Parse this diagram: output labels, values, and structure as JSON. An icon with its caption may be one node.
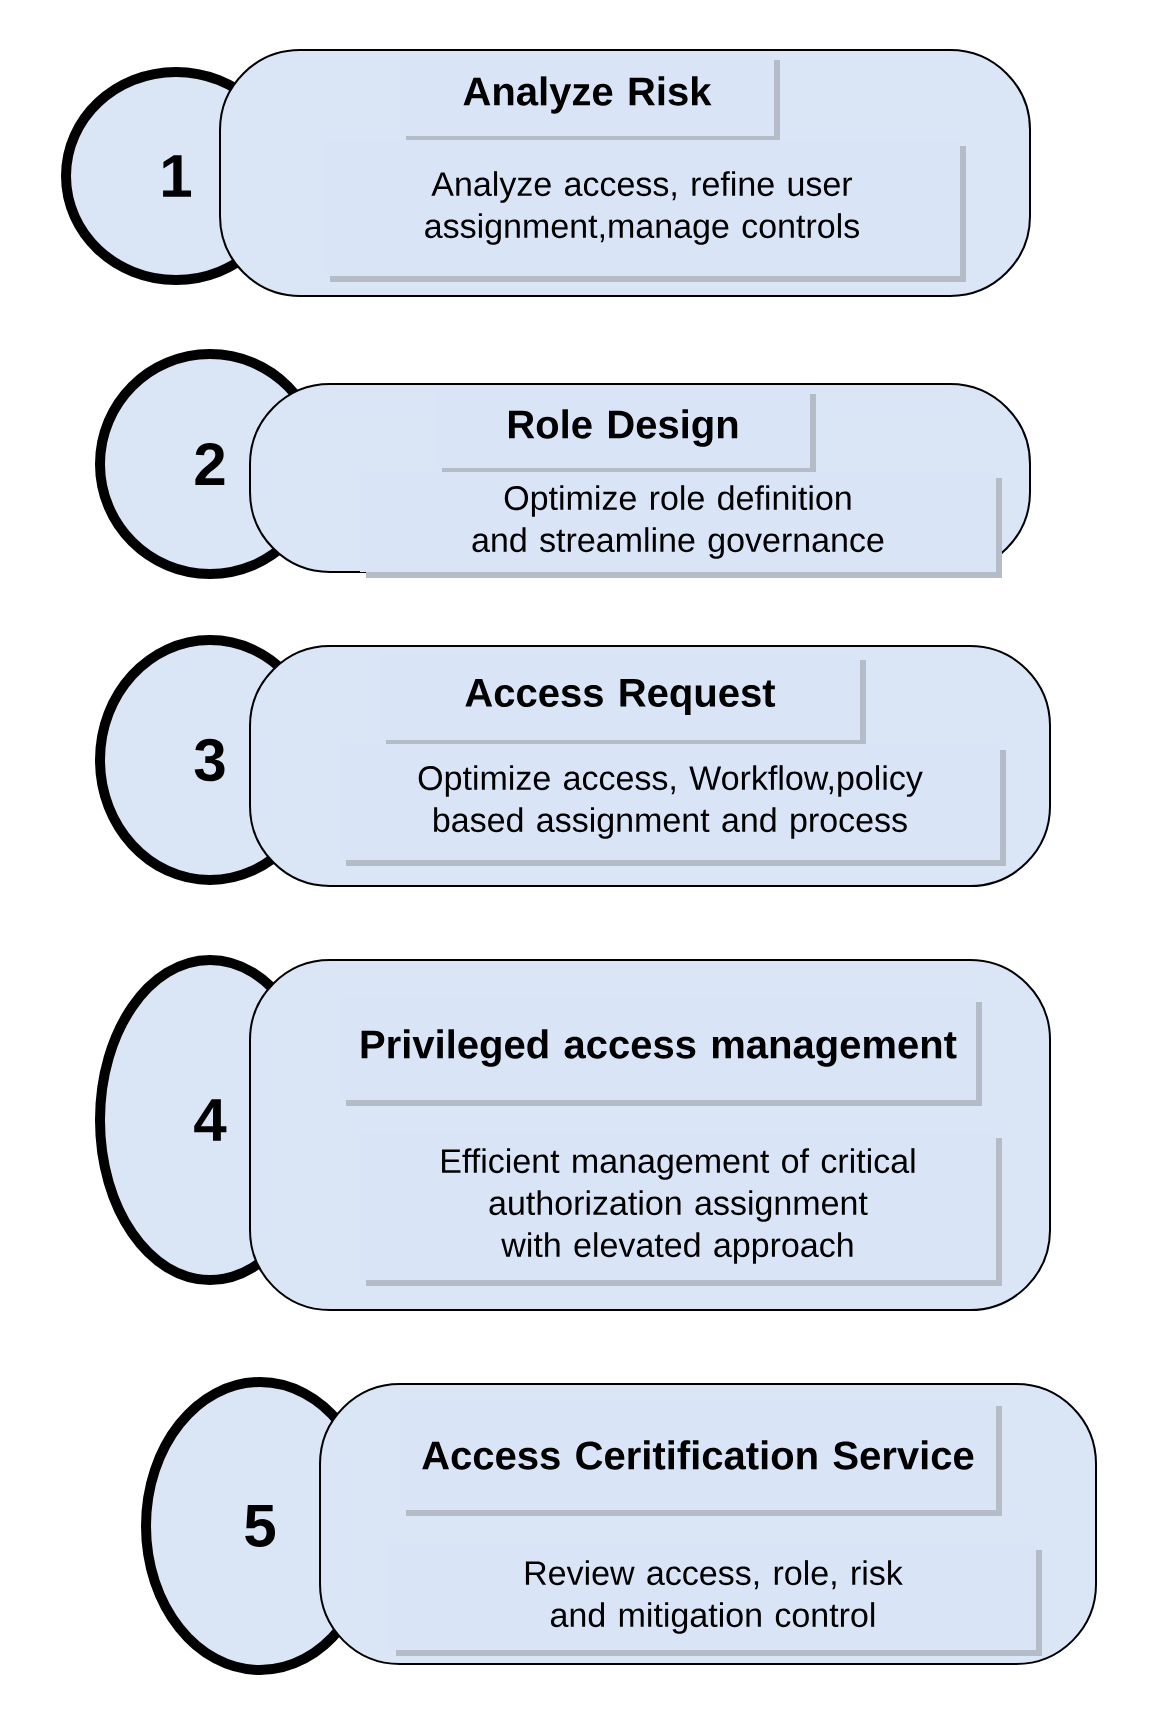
{
  "diagram": {
    "nodes": [
      {
        "text": [
          "1"
        ]
      },
      {
        "text": [
          "Analyze Risk",
          "Analyze access, refine user assignment,manage controls"
        ]
      },
      {
        "text": [
          "2"
        ]
      },
      {
        "text": [
          "Role Design",
          "Optimize role definition and streamline governance"
        ]
      },
      {
        "text": [
          "3"
        ]
      },
      {
        "text": [
          "Access Request",
          "Optimize access, Workflow,policy based assignment and process"
        ]
      },
      {
        "text": [
          "4"
        ]
      },
      {
        "text": [
          "Privileged access management",
          "Efficient management of critical authorization assignment with elevated approach"
        ]
      },
      {
        "text": [
          "5"
        ]
      },
      {
        "text": [
          "Access Ceritification Service",
          "Review access, role, risk and mitigation control"
        ]
      }
    ]
  }
}
